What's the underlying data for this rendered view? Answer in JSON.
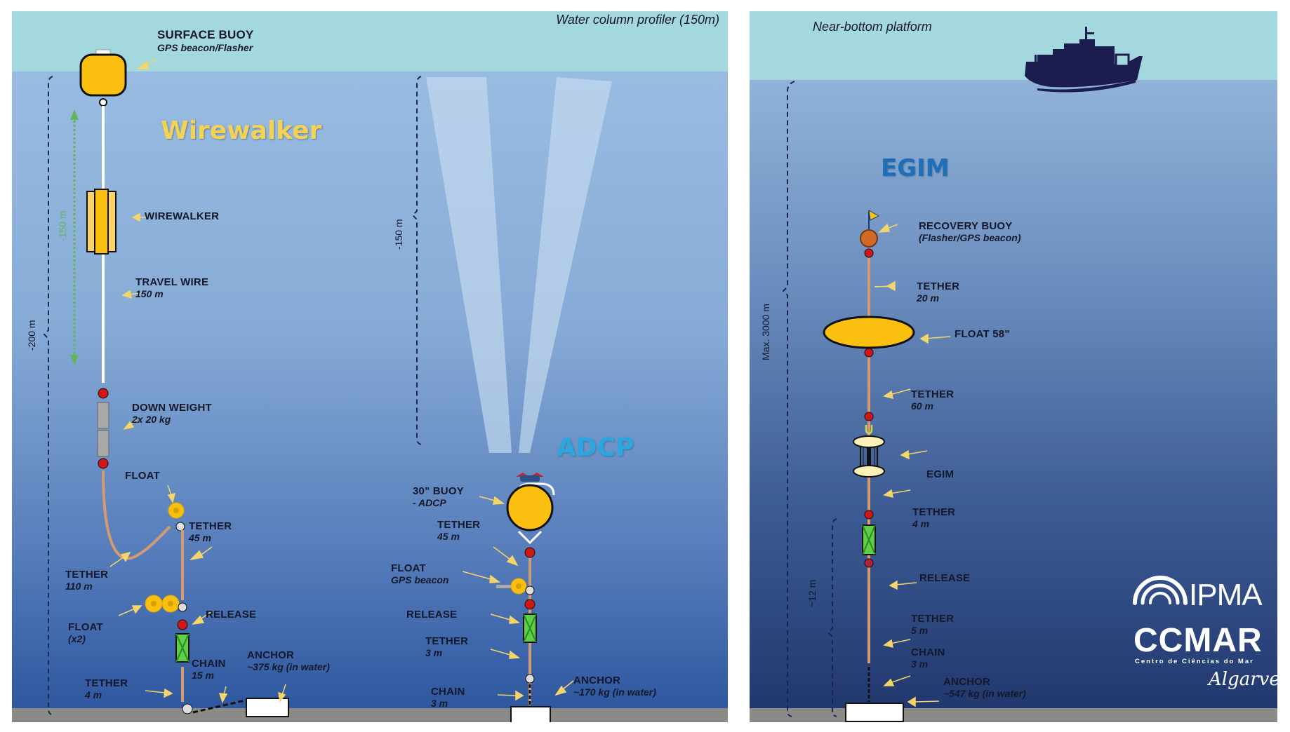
{
  "left_panel": {
    "caption": "Water column profiler (150m)",
    "wirewalker": {
      "title": "Wirewalker",
      "depth_total": "-200 m",
      "depth_profile": "-150 m",
      "labels": [
        {
          "title": "SURFACE BUOY",
          "sub": "GPS beacon/Flasher"
        },
        {
          "title": "WIREWALKER",
          "sub": ""
        },
        {
          "title": "TRAVEL WIRE",
          "sub": "150 m"
        },
        {
          "title": "DOWN WEIGHT",
          "sub": "2x 20 kg"
        },
        {
          "title": "FLOAT",
          "sub": ""
        },
        {
          "title": "TETHER",
          "sub": "45 m"
        },
        {
          "title": "TETHER",
          "sub": "110 m"
        },
        {
          "title": "FLOAT",
          "sub": "(x2)"
        },
        {
          "title": "RELEASE",
          "sub": ""
        },
        {
          "title": "CHAIN",
          "sub": "15 m"
        },
        {
          "title": "ANCHOR",
          "sub": "~375 kg (in water)"
        },
        {
          "title": "TETHER",
          "sub": "4 m"
        }
      ]
    },
    "adcp": {
      "title": "ADCP",
      "depth": "-150 m",
      "labels": [
        {
          "title": "30\" BUOY",
          "sub": "- ADCP"
        },
        {
          "title": "TETHER",
          "sub": "45 m"
        },
        {
          "title": "FLOAT",
          "sub": "GPS beacon"
        },
        {
          "title": "RELEASE",
          "sub": ""
        },
        {
          "title": "TETHER",
          "sub": "3 m"
        },
        {
          "title": "CHAIN",
          "sub": "3 m"
        },
        {
          "title": "ANCHOR",
          "sub": "~170 kg (in water)"
        }
      ]
    }
  },
  "right_panel": {
    "caption": "Near-bottom platform",
    "egim": {
      "title": "EGIM",
      "depth_total": "Max. 3000 m",
      "depth_bottom": "~12 m",
      "labels": [
        {
          "title": "RECOVERY BUOY",
          "sub": "(Flasher/GPS beacon)"
        },
        {
          "title": "TETHER",
          "sub": "20 m"
        },
        {
          "title": "FLOAT 58\"",
          "sub": ""
        },
        {
          "title": "TETHER",
          "sub": "60 m"
        },
        {
          "title": "EGIM",
          "sub": ""
        },
        {
          "title": "TETHER",
          "sub": "4 m"
        },
        {
          "title": "RELEASE",
          "sub": ""
        },
        {
          "title": "TETHER",
          "sub": "5 m"
        },
        {
          "title": "CHAIN",
          "sub": "3 m"
        },
        {
          "title": "ANCHOR",
          "sub": "~547 kg (in water)"
        }
      ]
    },
    "logos": {
      "ipma": "IPMA",
      "ccmar": "CCMAR",
      "ccmar_sub": "Centro de Ciências do Mar",
      "ccmar_region": "Algarve"
    }
  },
  "colors": {
    "sky": "#a4d8df",
    "buoy_yellow": "#fbbf10",
    "tether": "#d49a72",
    "release_green": "#5fcf45",
    "shackle_red": "#d01616",
    "wirewalker_title": "#f3d25a",
    "adcp_title": "#2aa6e0",
    "egim_title": "#1f6fb8",
    "ship": "#1b1d4e"
  }
}
